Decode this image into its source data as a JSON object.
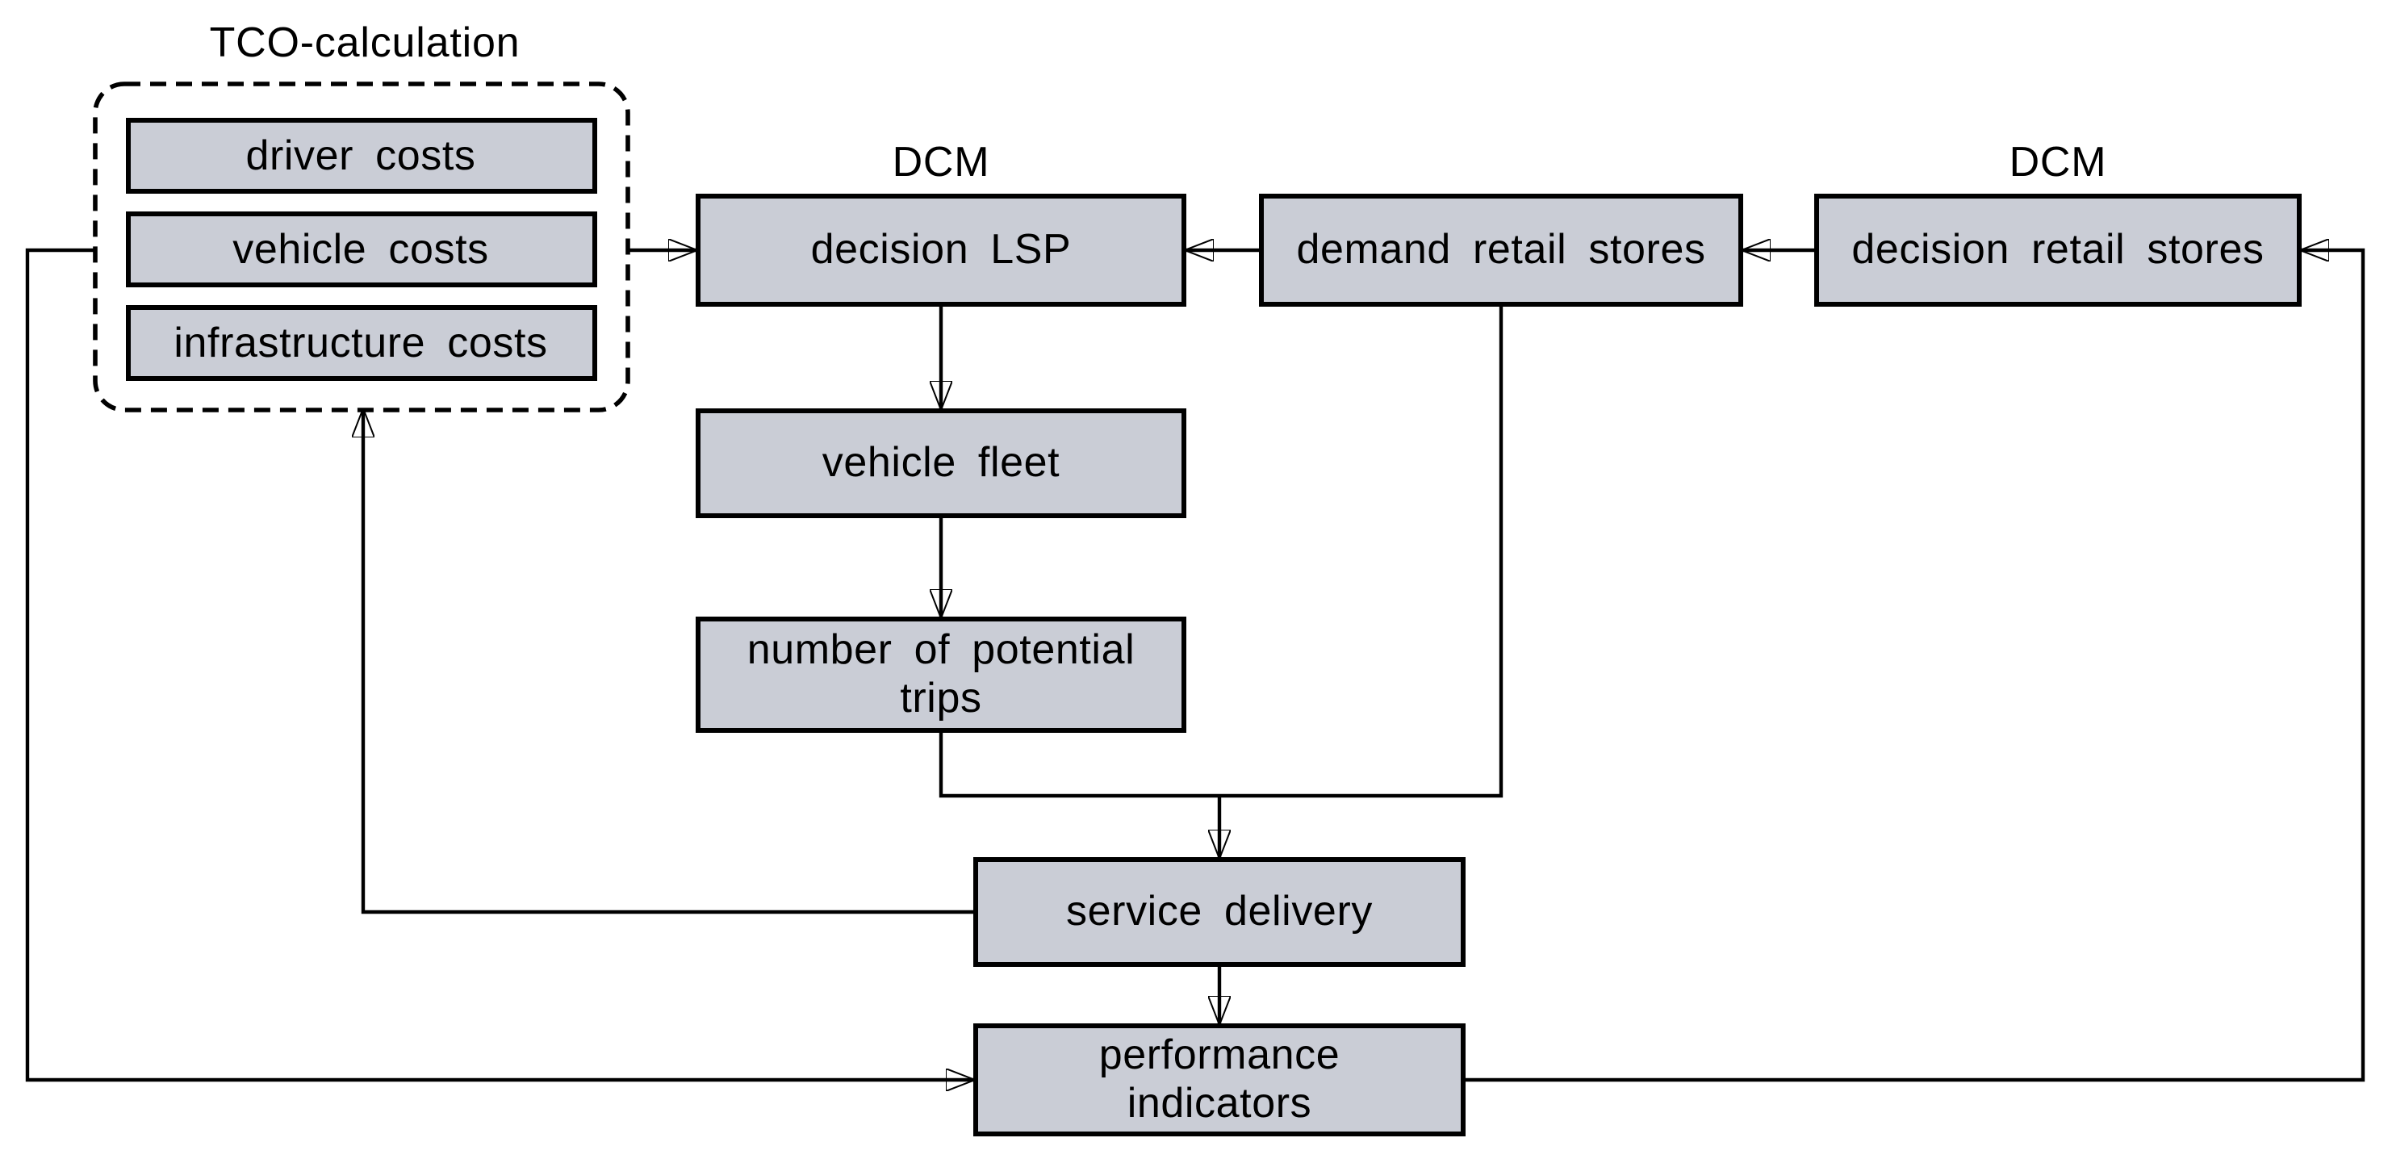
{
  "diagram": {
    "tco_group": {
      "title": "TCO-calculation"
    },
    "module_labels": {
      "dcm_left": "DCM",
      "dcm_right": "DCM"
    },
    "nodes": {
      "driver_costs": {
        "label": "driver costs"
      },
      "vehicle_costs": {
        "label": "vehicle costs"
      },
      "infrastructure_costs": {
        "label": "infrastructure costs"
      },
      "decision_lsp": {
        "label": "decision LSP"
      },
      "demand_retail_stores": {
        "label": "demand retail stores"
      },
      "decision_retail_stores": {
        "label": "decision retail stores"
      },
      "vehicle_fleet": {
        "label": "vehicle fleet"
      },
      "number_of_potential_trips": {
        "label": "number of potential\ntrips"
      },
      "service_delivery": {
        "label": "service delivery"
      },
      "performance_indicators": {
        "label": "performance\nindicators"
      }
    },
    "edges": [
      {
        "from": "tco_group",
        "to": "decision_lsp"
      },
      {
        "from": "demand_retail_stores",
        "to": "decision_lsp"
      },
      {
        "from": "decision_retail_stores",
        "to": "demand_retail_stores"
      },
      {
        "from": "performance_indicators",
        "to": "decision_retail_stores"
      },
      {
        "from": "decision_lsp",
        "to": "vehicle_fleet"
      },
      {
        "from": "vehicle_fleet",
        "to": "number_of_potential_trips"
      },
      {
        "from": "number_of_potential_trips",
        "to": "service_delivery"
      },
      {
        "from": "demand_retail_stores",
        "to": "service_delivery"
      },
      {
        "from": "service_delivery",
        "to": "performance_indicators"
      },
      {
        "from": "service_delivery",
        "to": "tco_group"
      },
      {
        "from": "tco_group",
        "to": "performance_indicators"
      }
    ],
    "colors": {
      "node_fill": "#cacdd6",
      "line": "#000000",
      "background": "#ffffff"
    }
  }
}
